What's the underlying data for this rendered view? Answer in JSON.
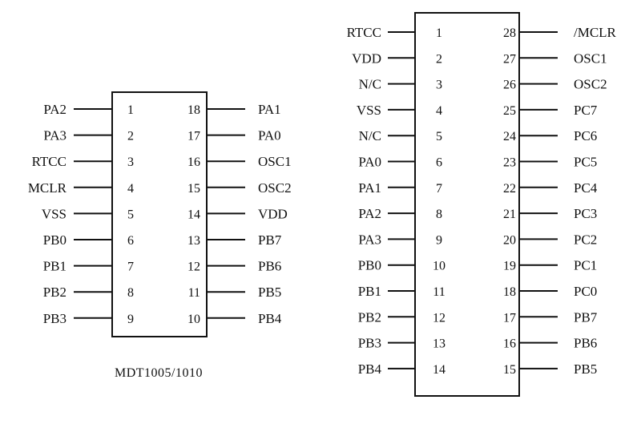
{
  "chips": [
    {
      "caption": "MDT1005/1010",
      "left_pins": [
        {
          "name": "PA2",
          "num": "1"
        },
        {
          "name": "PA3",
          "num": "2"
        },
        {
          "name": "RTCC",
          "num": "3"
        },
        {
          "name": "MCLR",
          "num": "4"
        },
        {
          "name": "VSS",
          "num": "5"
        },
        {
          "name": "PB0",
          "num": "6"
        },
        {
          "name": "PB1",
          "num": "7"
        },
        {
          "name": "PB2",
          "num": "8"
        },
        {
          "name": "PB3",
          "num": "9"
        }
      ],
      "right_pins": [
        {
          "name": "PA1",
          "num": "18"
        },
        {
          "name": "PA0",
          "num": "17"
        },
        {
          "name": "OSC1",
          "num": "16"
        },
        {
          "name": "OSC2",
          "num": "15"
        },
        {
          "name": "VDD",
          "num": "14"
        },
        {
          "name": "PB7",
          "num": "13"
        },
        {
          "name": "PB6",
          "num": "12"
        },
        {
          "name": "PB5",
          "num": "11"
        },
        {
          "name": "PB4",
          "num": "10"
        }
      ]
    },
    {
      "caption": "",
      "left_pins": [
        {
          "name": "RTCC",
          "num": "1"
        },
        {
          "name": "VDD",
          "num": "2"
        },
        {
          "name": "N/C",
          "num": "3"
        },
        {
          "name": "VSS",
          "num": "4"
        },
        {
          "name": "N/C",
          "num": "5"
        },
        {
          "name": "PA0",
          "num": "6"
        },
        {
          "name": "PA1",
          "num": "7"
        },
        {
          "name": "PA2",
          "num": "8"
        },
        {
          "name": "PA3",
          "num": "9"
        },
        {
          "name": "PB0",
          "num": "10"
        },
        {
          "name": "PB1",
          "num": "11"
        },
        {
          "name": "PB2",
          "num": "12"
        },
        {
          "name": "PB3",
          "num": "13"
        },
        {
          "name": "PB4",
          "num": "14"
        }
      ],
      "right_pins": [
        {
          "name": "/MCLR",
          "num": "28"
        },
        {
          "name": "OSC1",
          "num": "27"
        },
        {
          "name": "OSC2",
          "num": "26"
        },
        {
          "name": "PC7",
          "num": "25"
        },
        {
          "name": "PC6",
          "num": "24"
        },
        {
          "name": "PC5",
          "num": "23"
        },
        {
          "name": "PC4",
          "num": "22"
        },
        {
          "name": "PC3",
          "num": "21"
        },
        {
          "name": "PC2",
          "num": "20"
        },
        {
          "name": "PC1",
          "num": "19"
        },
        {
          "name": "PC0",
          "num": "18"
        },
        {
          "name": "PB7",
          "num": "17"
        },
        {
          "name": "PB6",
          "num": "16"
        },
        {
          "name": "PB5",
          "num": "15"
        }
      ]
    }
  ]
}
